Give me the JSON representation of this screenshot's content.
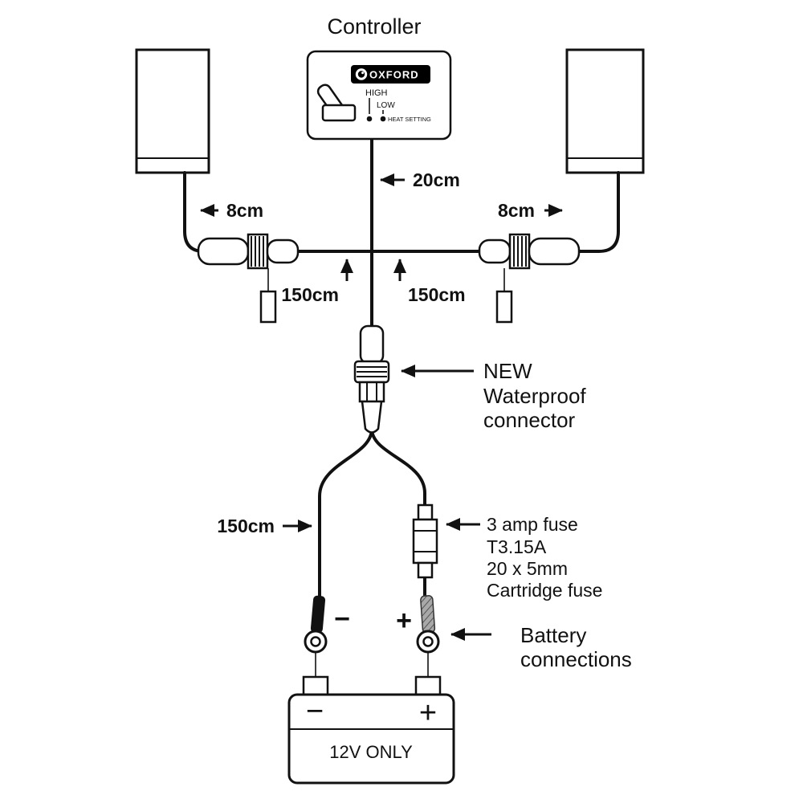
{
  "colors": {
    "ink": "#111111",
    "boot_gray": "#9a9a9a",
    "badge_bg": "#000000",
    "badge_text": "#ffffff"
  },
  "controller": {
    "title": "Controller",
    "brand": "OXFORD",
    "high_label": "HIGH",
    "low_label": "LOW",
    "heat_setting_label": "HEAT SETTING"
  },
  "labels": {
    "cable_top": "20cm",
    "grip_left": "8cm",
    "grip_right": "8cm",
    "harness_left": "150cm",
    "harness_right": "150cm",
    "battery_lead": "150cm",
    "connector_line1": "NEW",
    "connector_line2": "Waterproof",
    "connector_line3": "connector",
    "fuse_line1": "3 amp fuse",
    "fuse_line2": "T3.15A",
    "fuse_line3": "20 x 5mm",
    "fuse_line4": "Cartridge fuse",
    "battery_line1": "Battery",
    "battery_line2": "connections"
  },
  "battery": {
    "negative_lead": "−",
    "positive_lead": "+",
    "negative_terminal": "−",
    "positive_terminal": "+",
    "voltage": "12V ONLY"
  }
}
